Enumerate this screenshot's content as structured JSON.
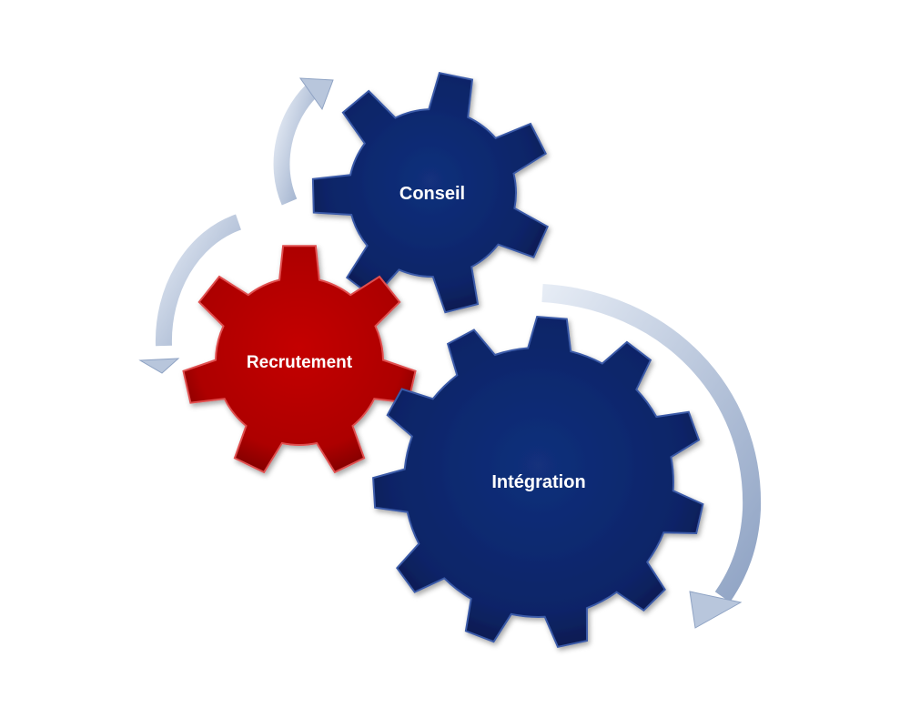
{
  "gears": {
    "conseil": {
      "label": "Conseil",
      "color": "#0b2467"
    },
    "recrutement": {
      "label": "Recrutement",
      "color": "#b30000"
    },
    "integration": {
      "label": "Intégration",
      "color": "#0b2467"
    }
  },
  "arrows": {
    "color": "#9fb2cf"
  }
}
